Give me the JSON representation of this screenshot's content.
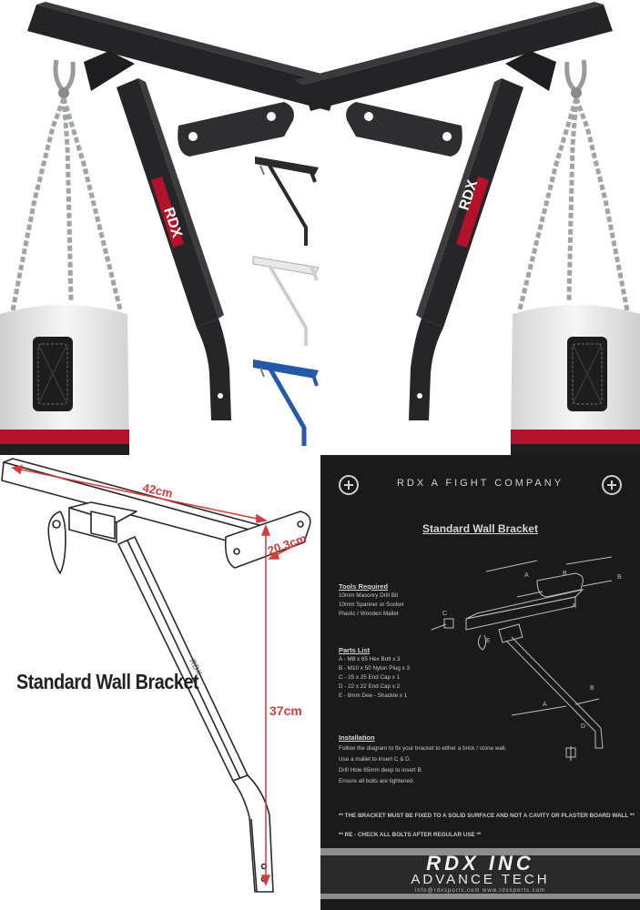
{
  "diagram": {
    "title": "Standard Wall Bracket",
    "dim_length": "42cm",
    "dim_width": "20.3cm",
    "dim_height": "37cm"
  },
  "instructions": {
    "company": "RDX A FIGHT COMPANY",
    "title": "Standard Wall Bracket",
    "tools_title": "Tools Required",
    "tools": [
      "10mm Masonry Drill Bit",
      "10mm Spanner or Socket",
      "Plastic / Wooden Mallet"
    ],
    "parts_title": "Parts List",
    "parts": [
      "A - M8 x 65 Hex Bolt x 3",
      "B - M10 x 50 Nylon Plug x 3",
      "C - 25 x 25 End Cap x 1",
      "D - 22 x 22 End Cap x 2",
      "E - 8mm Dee - Shackle x 1"
    ],
    "install_title": "Installation",
    "install": [
      "Follow the diagram to fix your bracket to either a brick / stone wall.",
      "Use a mallet to insert C & D.",
      "Drill Hole 65mm deep to insert B.",
      "Ensure all bolts are tightened."
    ],
    "warning1": "** THE BRACKET MUST BE FIXED TO A SOLID SURFACE AND NOT A CAVITY OR PLASTER BOARD WALL **",
    "warning2": "** RE - CHECK ALL BOLTS AFTER REGULAR USE **",
    "brand": "RDX INC",
    "tagline": "ADVANCE TECH",
    "web": "info@rdxsports.com    www.rdxsports.com",
    "labels": {
      "a": "A",
      "b": "B",
      "c": "C",
      "d": "D",
      "e": "E"
    }
  },
  "photo": {
    "bracket_print": "RDX"
  },
  "colors": {
    "bracket": "#2b2b2d",
    "accent_red": "#b3122a",
    "white_variant": "#e9e9e9",
    "blue_variant": "#2559a8",
    "dimension": "#d23c3c",
    "sheet_bg": "#1b1a1b"
  }
}
